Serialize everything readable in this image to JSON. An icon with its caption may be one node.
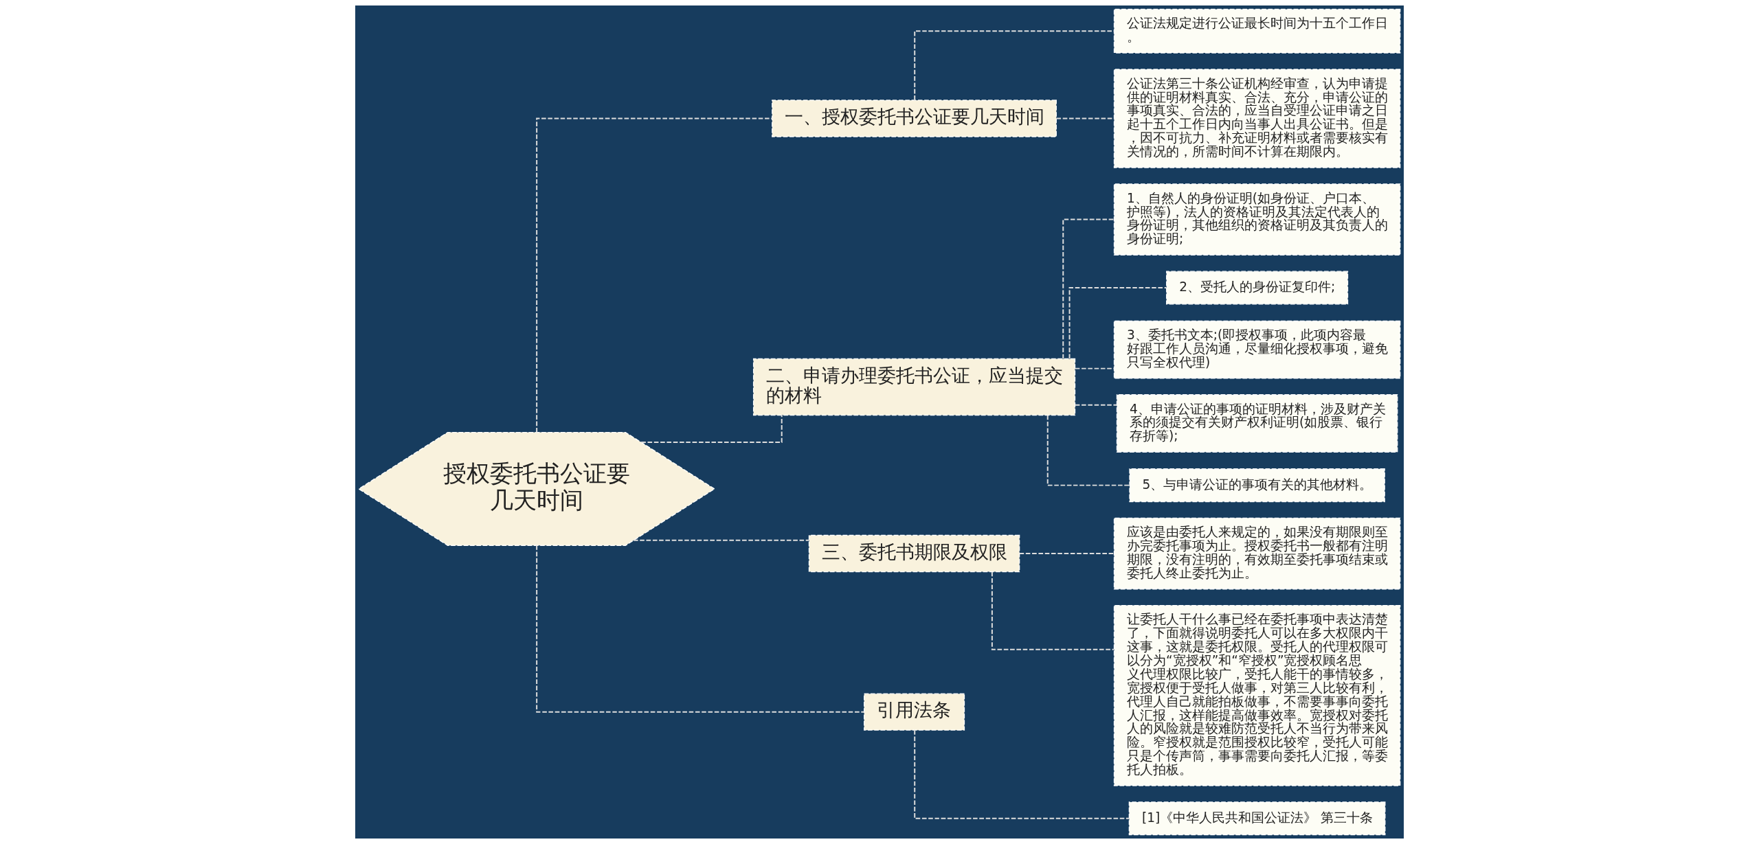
{
  "diagram": {
    "nodes": [
      {
        "text": [
          "授权委托书公证要几天时间"
        ]
      },
      {
        "text": [
          "一、授权委托书公证要几天时间"
        ]
      },
      {
        "text": [
          "公证法规定进行公证最长时间为十五个工作日。"
        ]
      },
      {
        "text": [
          "公证法第三十条公证机构经审查，认为申请提供的证明材料真实、合法、充分，申请公证的事项真实、合法的，应当自受理公证申请之日起十五个工作日内向当事人出具公证书。但是，因不可抗力、补充证明材料或者需要核实有关情况的，所需时间不计算在期限内。"
        ]
      },
      {
        "text": [
          "二、申请办理委托书公证，应当提交的材料"
        ]
      },
      {
        "text": [
          "1、自然人的身份证明(如身份证、户口本、护照等)，法人的资格证明及其法定代表人的身份证明，其他组织的资格证明及其负责人的身份证明;"
        ]
      },
      {
        "text": [
          "2、受托人的身份证复印件;"
        ]
      },
      {
        "text": [
          "3、委托书文本;(即授权事项，此项内容最好跟工作人员沟通，尽量细化授权事项，避免只写全权代理)"
        ]
      },
      {
        "text": [
          "4、申请公证的事项的证明材料，涉及财产关系的须提交有关财产权利证明(如股票、银行存折等);"
        ]
      },
      {
        "text": [
          "5、与申请公证的事项有关的其他材料。"
        ]
      },
      {
        "text": [
          "三、委托书期限及权限"
        ]
      },
      {
        "text": [
          "应该是由委托人来规定的，如果没有期限则至办完委托事项为止。授权委托书一般都有注明期限，没有注明的，有效期至委托事项结束或委托人终止委托为止。"
        ]
      },
      {
        "text": [
          "让委托人干什么事已经在委托事项中表达清楚了，下面就得说明委托人可以在多大权限内干这事，这就是委托权限。受托人的代理权限可以分为“宽授权”和“窄授权”宽授权顾名思义代理权限比较广，受托人能干的事情较多，宽授权便于受托人做事，对第三人比较有利，代理人自己就能拍板做事，不需要事事向委托人汇报，这样能提高做事效率。宽授权对委托人的风险就是较难防范受托人不当行为带来风险。窄授权就是范围授权比较窄，受托人可能只是个传声筒，事事需要向委托人汇报，等委托人拍板。"
        ]
      },
      {
        "text": [
          "引用法条"
        ]
      },
      {
        "text": [
          "[1]《中华人民共和国公证法》 第三十条"
        ]
      }
    ],
    "edges": [
      {
        "from": 0,
        "to": 1,
        "arrow": "none",
        "style": "dashed"
      },
      {
        "from": 1,
        "to": 2,
        "arrow": "none",
        "style": "dashed"
      },
      {
        "from": 1,
        "to": 3,
        "arrow": "none",
        "style": "dashed"
      },
      {
        "from": 0,
        "to": 4,
        "arrow": "none",
        "style": "dashed"
      },
      {
        "from": 4,
        "to": 5,
        "arrow": "none",
        "style": "dashed"
      },
      {
        "from": 4,
        "to": 6,
        "arrow": "none",
        "style": "dashed"
      },
      {
        "from": 4,
        "to": 7,
        "arrow": "none",
        "style": "dashed"
      },
      {
        "from": 4,
        "to": 8,
        "arrow": "none",
        "style": "dashed"
      },
      {
        "from": 4,
        "to": 9,
        "arrow": "none",
        "style": "dashed"
      },
      {
        "from": 0,
        "to": 10,
        "arrow": "none",
        "style": "dashed"
      },
      {
        "from": 10,
        "to": 11,
        "arrow": "none",
        "style": "dashed"
      },
      {
        "from": 10,
        "to": 12,
        "arrow": "none",
        "style": "dashed"
      },
      {
        "from": 0,
        "to": 13,
        "arrow": "none",
        "style": "dashed"
      },
      {
        "from": 13,
        "to": 14,
        "arrow": "none",
        "style": "dashed"
      }
    ]
  }
}
